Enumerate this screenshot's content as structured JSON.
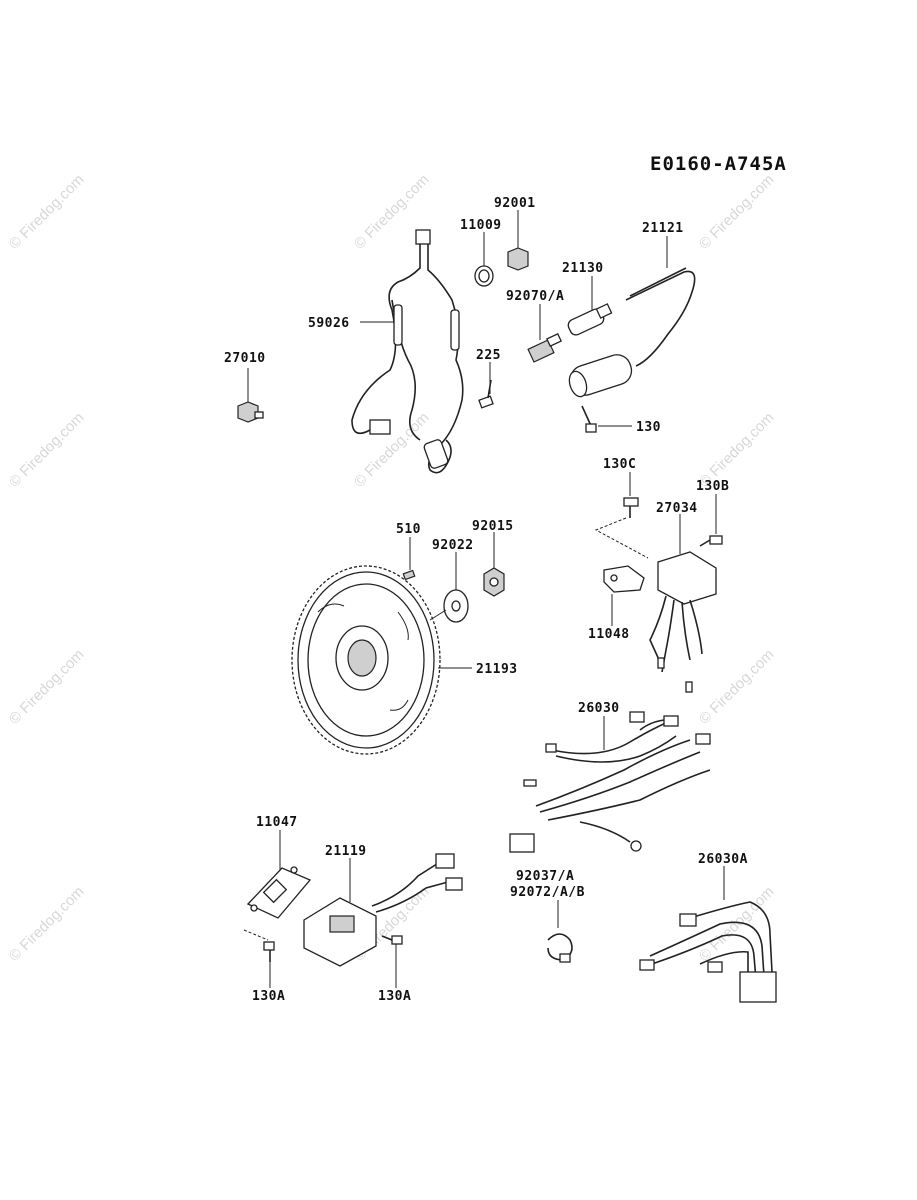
{
  "diagram_code": "E0160-A745A",
  "watermark": "© Firedog.com",
  "colors": {
    "line": "#222222",
    "watermark": "#d8d8d8",
    "background": "#ffffff"
  },
  "parts": {
    "p92001": "92001",
    "p11009": "11009",
    "p21121": "21121",
    "p21130": "21130",
    "p92070A": "92070/A",
    "p59026": "59026",
    "p27010": "27010",
    "p225": "225",
    "p130": "130",
    "p130C": "130C",
    "p130B": "130B",
    "p27034": "27034",
    "p11048": "11048",
    "p510": "510",
    "p92022": "92022",
    "p92015": "92015",
    "p21193": "21193",
    "p26030": "26030",
    "p11047": "11047",
    "p21119": "21119",
    "p92037A": "92037/A",
    "p92072AB": "92072/A/B",
    "p26030A": "26030A",
    "p130A_left": "130A",
    "p130A_right": "130A"
  }
}
